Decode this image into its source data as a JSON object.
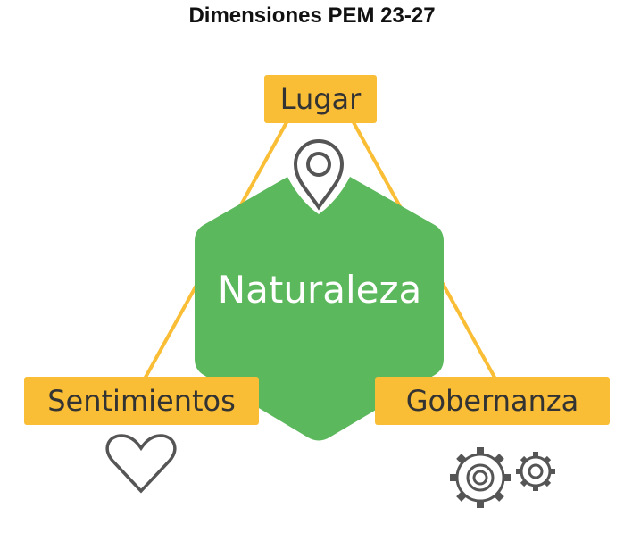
{
  "title": "Dimensiones PEM 23-27",
  "center": {
    "label": "Naturaleza",
    "icon": "hexagon"
  },
  "nodes": [
    {
      "label": "Lugar",
      "icon": "map-pin-icon"
    },
    {
      "label": "Sentimientos",
      "icon": "heart-icon"
    },
    {
      "label": "Gobernanza",
      "icon": "gears-icon"
    }
  ],
  "colors": {
    "green": "#5cb85c",
    "yellow": "#f9be36",
    "icon": "#555555",
    "text": "#333333"
  }
}
